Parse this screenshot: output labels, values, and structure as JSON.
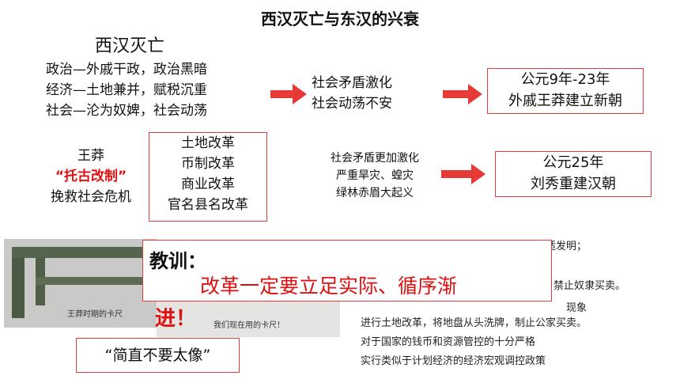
{
  "title": "西汉灭亡与东汉的兴衰",
  "subtitle": "西汉灭亡",
  "causes": [
    "政治—外戚干政，政治黑暗",
    "经济—土地兼并，赋税沉重",
    "社会—沦为奴婢，社会动荡"
  ],
  "mid1": [
    "社会矛盾激化",
    "社会动荡不安"
  ],
  "result1": [
    "公元9年-23年",
    "外戚王莽建立新朝"
  ],
  "wangmang": {
    "name": "王莽",
    "slogan": "“托古改制”",
    "purpose": "挽救社会危机"
  },
  "reforms": [
    "土地改革",
    "币制改革",
    "商业改革",
    "官名县名改革"
  ],
  "mid2": [
    "社会矛盾更加激化",
    "严重旱灾、蝗灾",
    "绿林赤眉大起义"
  ],
  "result2": [
    "公元25年",
    "刘秀重建汉朝"
  ],
  "lesson": {
    "label": "教训：",
    "text": "改革一定要立足实际、循序渐",
    "tail": "进！"
  },
  "photo": {
    "caption_left": "王莽时期的卡尺",
    "caption_right": "我们现在用的卡尺！"
  },
  "quote": "“简直不要太像”",
  "notes": {
    "partial1": "适发明；",
    "partial2": "禁止奴隶买卖。",
    "partial3": "现象",
    "line1": "进行土地改革，将地盘从头洗牌，制止公家买卖。",
    "line2": "对于国家的钱币和资源管控的十分严格",
    "line3": "实行类似于计划经济的经济宏观调控政策"
  },
  "colors": {
    "accent": "#e01010",
    "border": "#e23b3b",
    "arrow": "#e53a36"
  }
}
